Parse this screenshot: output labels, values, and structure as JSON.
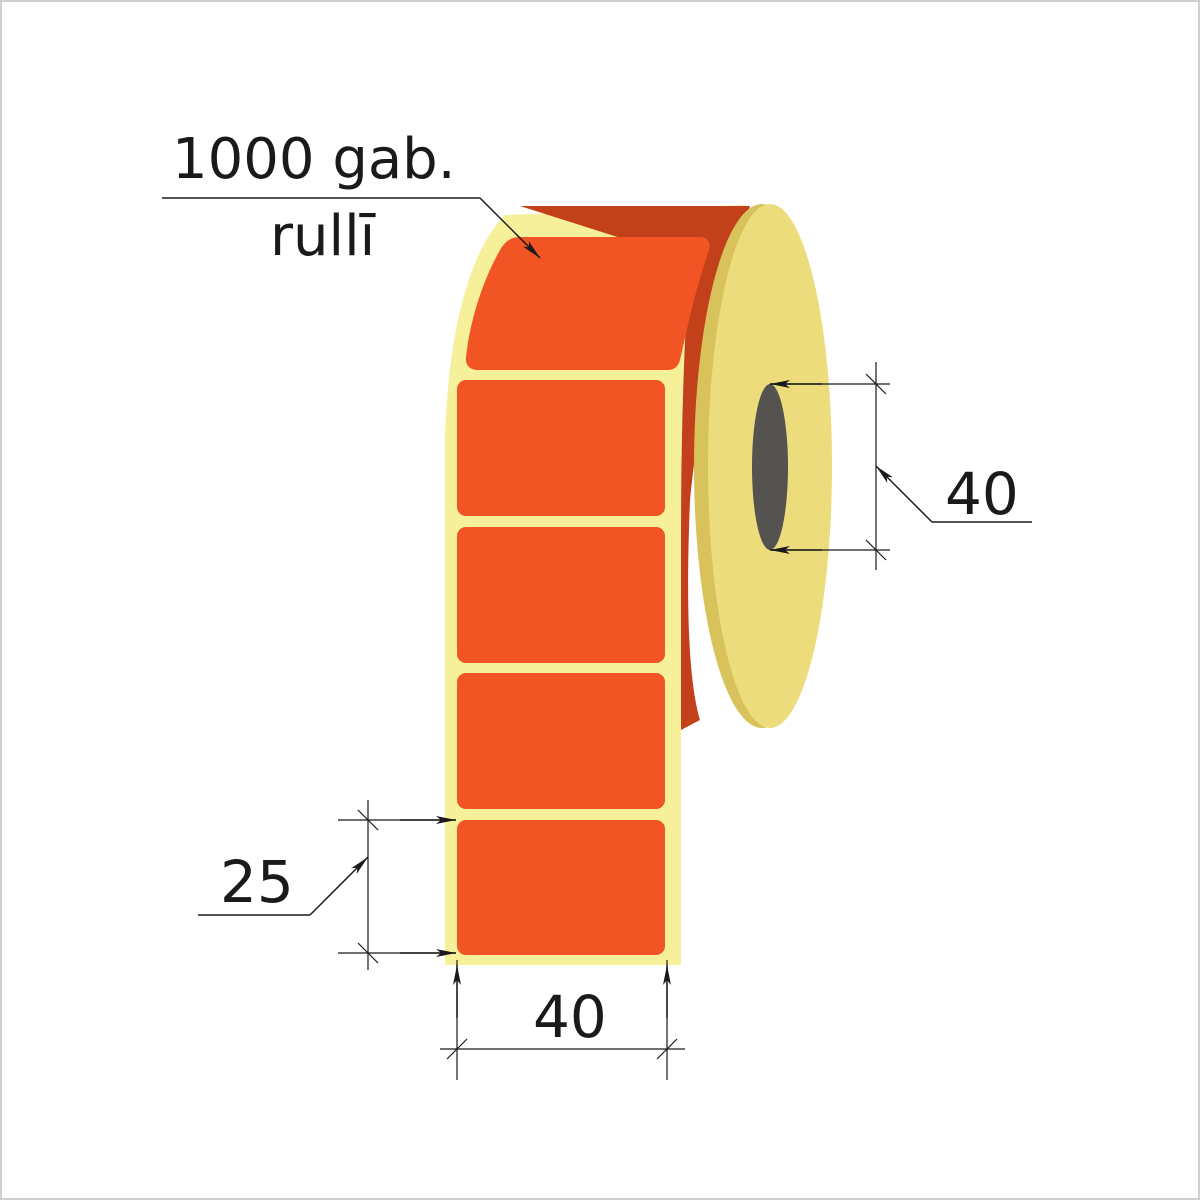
{
  "annotation": {
    "quantity_line1": "1000 gab.",
    "quantity_line2": "rullī"
  },
  "dimensions": {
    "core_diameter": "40",
    "label_height": "25",
    "label_width": "40"
  },
  "colors": {
    "label": "#f05523",
    "label_shadow": "#c2401a",
    "backing_paper": "#f7f09a",
    "roll_side": "#ecdc7c",
    "roll_side_edge": "#d8c25c",
    "core": "#555350",
    "ink": "#1a1a1a"
  },
  "labels_visible_on_web": 5
}
